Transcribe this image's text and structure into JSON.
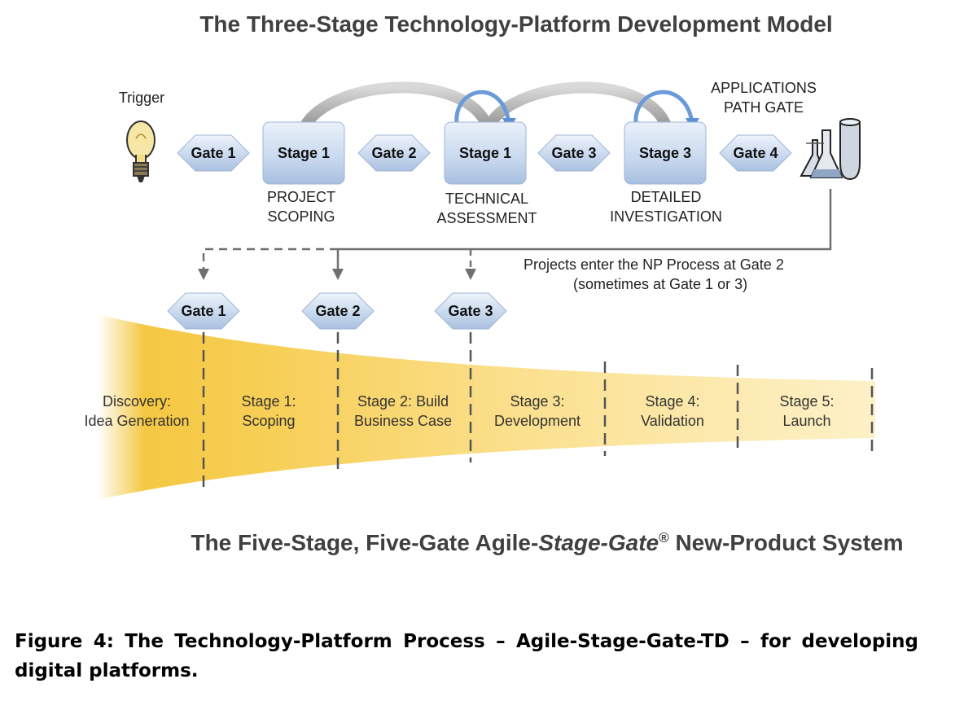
{
  "top_title": "The Three-Stage Technology-Platform Development Model",
  "trigger_label": "Trigger",
  "applications_gate_label": [
    "APPLICATIONS",
    "PATH GATE"
  ],
  "top_gates": [
    "Gate 1",
    "Gate 2",
    "Gate 3",
    "Gate 4"
  ],
  "top_stages": [
    {
      "label": "Stage 1",
      "caption": [
        "PROJECT",
        "SCOPING"
      ]
    },
    {
      "label": "Stage 1",
      "caption": [
        "TECHNICAL",
        "ASSESSMENT"
      ]
    },
    {
      "label": "Stage 3",
      "caption": [
        "DETAILED",
        "INVESTIGATION"
      ]
    }
  ],
  "entry_note": [
    "Projects enter the NP Process at Gate 2",
    "(sometimes at Gate 1 or 3)"
  ],
  "bottom_gates": [
    "Gate 1",
    "Gate 2",
    "Gate 3"
  ],
  "bottom_stages": [
    [
      "Discovery:",
      "Idea Generation"
    ],
    [
      "Stage 1:",
      "Scoping"
    ],
    [
      "Stage 2: Build",
      "Business Case"
    ],
    [
      "Stage 3:",
      "Development"
    ],
    [
      "Stage 4:",
      "Validation"
    ],
    [
      "Stage 5:",
      "Launch"
    ]
  ],
  "bottom_title_prefix": "The Five-Stage, Five-Gate Agile-",
  "bottom_title_italic": "Stage-Gate",
  "bottom_title_reg": "®",
  "bottom_title_suffix": " New-Product System",
  "caption": "Figure 4: The Technology-Platform Process – Agile-Stage-Gate-TD – for developing digital platforms.",
  "colors": {
    "gate": "#c9d9ee",
    "stage": "#c7d8ee",
    "funnel": "#f5c842",
    "arrow_grey": "#9a9a9a",
    "loop_blue": "#6a9bd8"
  }
}
